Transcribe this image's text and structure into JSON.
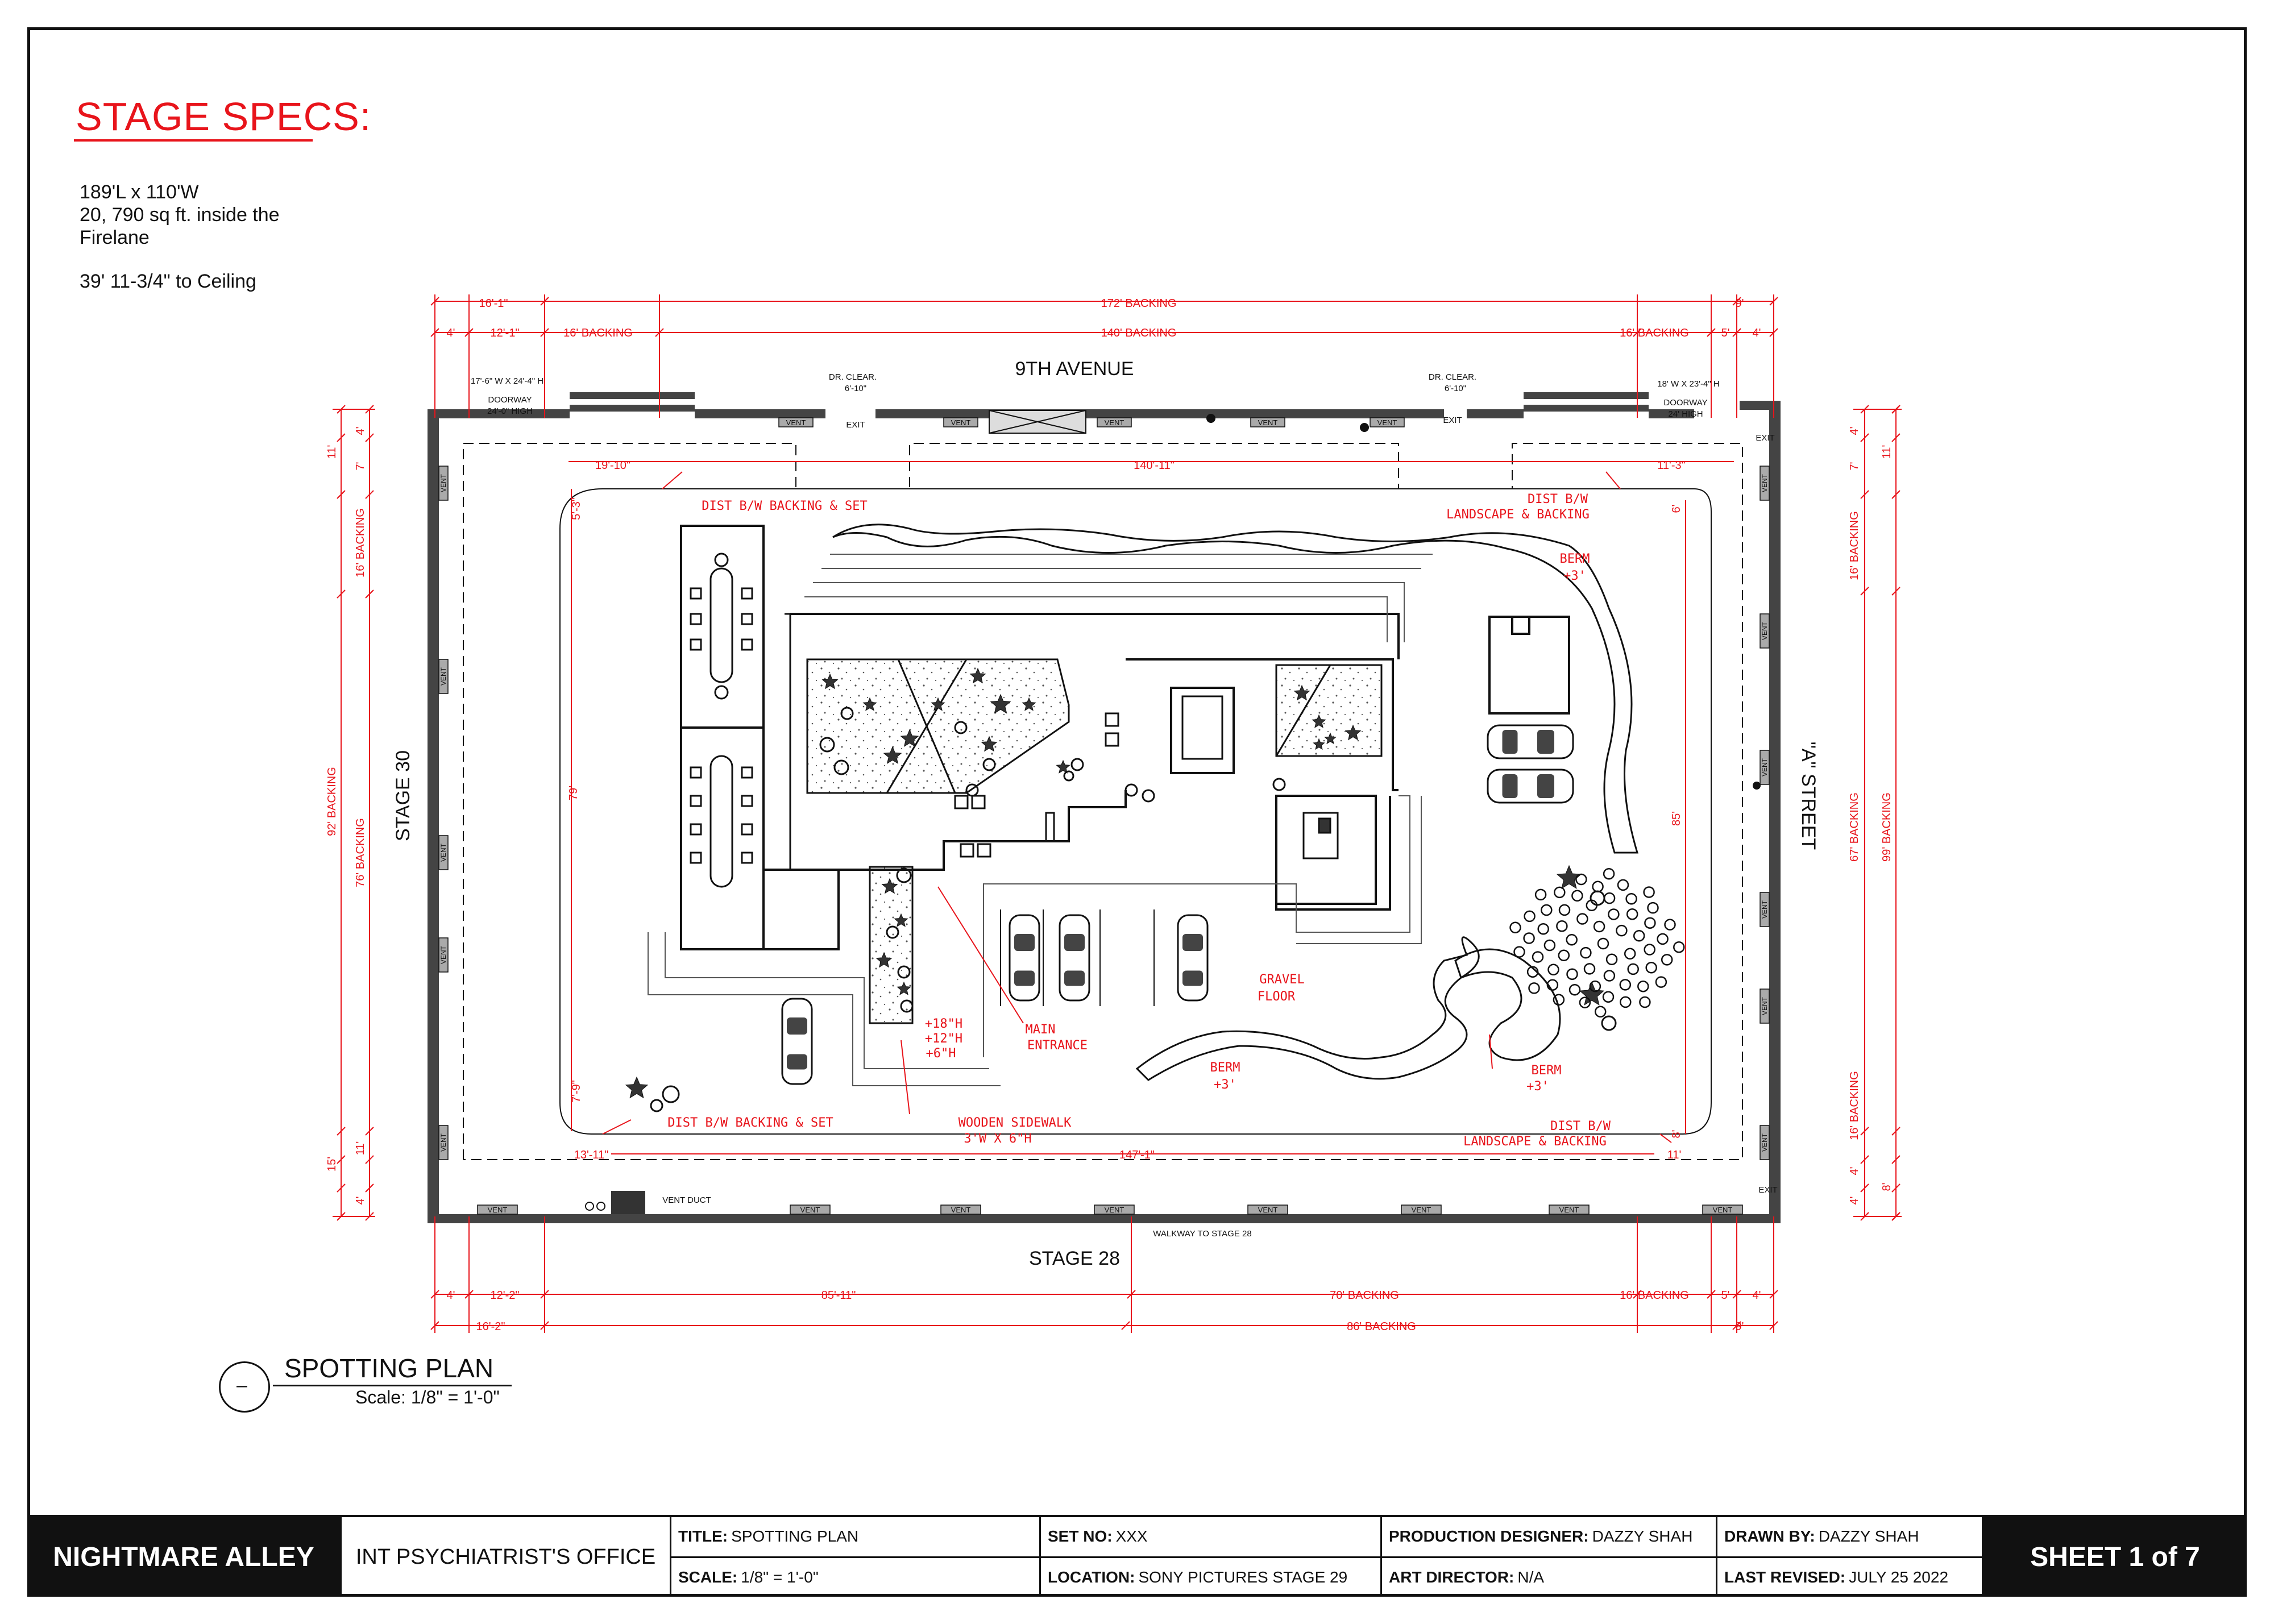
{
  "stage_specs": {
    "title": "STAGE SPECS:",
    "lines": [
      "189'L x 110'W",
      "20, 790 sq ft. inside the",
      "Firelane",
      "39' 11-3/4\" to Ceiling"
    ]
  },
  "streets": {
    "north": "9TH AVENUE",
    "south": "STAGE 28",
    "west": "STAGE 30",
    "east": "\"A\" STREET"
  },
  "doorways": {
    "left_size": "17'-6\" W X 24'-4\" H",
    "left_label": "DOORWAY",
    "left_high": "24'-0\" HIGH",
    "right_size": "18' W X 23'-4\" H",
    "right_label": "DOORWAY",
    "right_high": "24' HIGH",
    "dr_clear": "DR. CLEAR.",
    "dr_clear_dim": "6'-10\""
  },
  "stage_labels": {
    "vent": "VENT",
    "exit": "EXIT",
    "vent_duct": "VENT DUCT",
    "walkway": "WALKWAY TO STAGE 28"
  },
  "dimensions": {
    "top1_left": "16'-1\"",
    "top1_mid": "172' BACKING",
    "top1_right": "9'",
    "top2_a": "4'",
    "top2_b": "12'-1\"",
    "top2_c": "16' BACKING",
    "top2_mid": "140' BACKING",
    "top2_d": "16' BACKING",
    "top2_e": "5'",
    "top2_f": "4'",
    "bot1_a": "4'",
    "bot1_b": "12'-2\"",
    "bot1_c": "85'-11\"",
    "bot1_d": "70' BACKING",
    "bot1_e": "16' BACKING",
    "bot1_f": "5'",
    "bot1_g": "4'",
    "bot2_left": "16'-2\"",
    "bot2_mid": "86' BACKING",
    "bot2_right": "9'",
    "left_a": "11'",
    "left_b": "4'",
    "left_c": "7'",
    "left_d": "16' BACKING",
    "left_e": "92' BACKING",
    "left_f": "76' BACKING",
    "left_g": "11'",
    "left_h": "15'",
    "left_i": "4'",
    "right_a": "4'",
    "right_b": "7'",
    "right_c": "11'",
    "right_d": "16' BACKING",
    "right_e": "67' BACKING",
    "right_f": "99' BACKING",
    "right_g": "16' BACKING",
    "right_h": "4'",
    "right_i": "4'",
    "right_j": "8'",
    "inner_top_left": "19'-10\"",
    "inner_top_mid": "140'-11\"",
    "inner_top_right": "11'-3\"",
    "inner_bot_left": "13'-11\"",
    "inner_bot_mid": "147'-1\"",
    "inner_bot_right": "11'",
    "inner_left_79": "79'",
    "inner_right_85": "85'",
    "corner_tl": "5'-3\"",
    "corner_bl": "7'-9\"",
    "corner_tr": "6'",
    "corner_br": "8'"
  },
  "annotations": {
    "dist_tl": "DIST B/W BACKING & SET",
    "dist_bl": "DIST B/W BACKING & SET",
    "dist_tr_1": "DIST B/W",
    "dist_tr_2": "LANDSCAPE & BACKING",
    "dist_br_1": "DIST B/W",
    "dist_br_2": "LANDSCAPE & BACKING",
    "berm_top": "BERM",
    "berm_top_h": "+3'",
    "berm_left": "BERM",
    "berm_left_h": "+3'",
    "berm_right": "BERM",
    "berm_right_h": "+3'",
    "gravel_1": "GRAVEL",
    "gravel_2": "FLOOR",
    "main_1": "MAIN",
    "main_2": "ENTRANCE",
    "steps_1": "+18\"H",
    "steps_2": "+12\"H",
    "steps_3": "+6\"H",
    "sidewalk_1": "WOODEN SIDEWALK",
    "sidewalk_2": "3'W X 6\"H"
  },
  "legend": {
    "symbol": "–",
    "title": "SPOTTING PLAN",
    "scale": "Scale: 1/8\" = 1'-0\""
  },
  "title_block": {
    "show": "NIGHTMARE ALLEY",
    "set": "INT PSYCHIATRIST'S OFFICE",
    "title_label": "TITLE:",
    "title_value": "SPOTTING PLAN",
    "scale_label": "SCALE:",
    "scale_value": "1/8\" = 1'-0\"",
    "setno_label": "SET NO:",
    "setno_value": "XXX",
    "location_label": "LOCATION:",
    "location_value": "SONY PICTURES STAGE 29",
    "pd_label": "PRODUCTION DESIGNER:",
    "pd_value": "DAZZY SHAH",
    "ad_label": "ART DIRECTOR:",
    "ad_value": "N/A",
    "drawn_label": "DRAWN BY:",
    "drawn_value": "DAZZY SHAH",
    "revised_label": "LAST REVISED:",
    "revised_value": "JULY 25 2022",
    "sheet": "SHEET 1 of 7"
  },
  "colors": {
    "dimension": "#e8141b",
    "wall": "#444444",
    "ink": "#111111"
  }
}
